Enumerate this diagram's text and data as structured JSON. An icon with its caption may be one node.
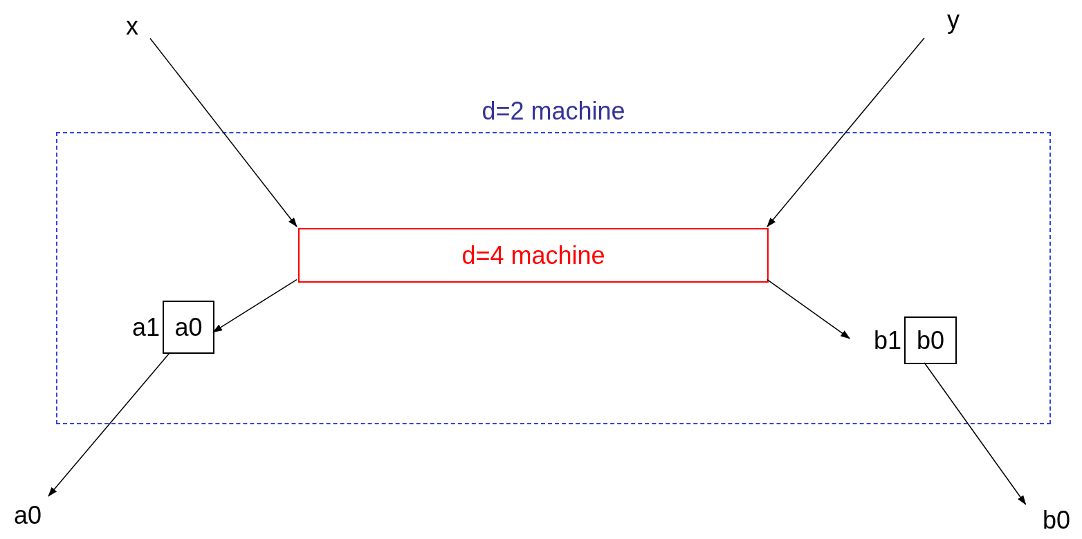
{
  "diagram": {
    "nodes": [
      {
        "text": [
          "d=2 machine"
        ]
      },
      {
        "text": [
          "x"
        ]
      },
      {
        "text": [
          "y"
        ]
      },
      {
        "text": [
          "d=4 machine"
        ],
        "in": 0
      },
      {
        "text": [
          "a0"
        ],
        "in": 0,
        "beside": [
          "a1"
        ]
      },
      {
        "text": [
          "b0"
        ],
        "in": 0,
        "beside": [
          "b1"
        ]
      },
      {
        "text": [
          "a0"
        ]
      },
      {
        "text": [
          "b0"
        ]
      }
    ],
    "edges": [
      {
        "from": 1,
        "to": 3,
        "arrow": "to"
      },
      {
        "from": 2,
        "to": 3,
        "arrow": "to"
      },
      {
        "from": 3,
        "to": 4,
        "arrow": "to"
      },
      {
        "from": 3,
        "to": 5,
        "arrow": "to"
      },
      {
        "from": 4,
        "to": 6,
        "arrow": "to"
      },
      {
        "from": 5,
        "to": 7,
        "arrow": "to"
      }
    ]
  }
}
